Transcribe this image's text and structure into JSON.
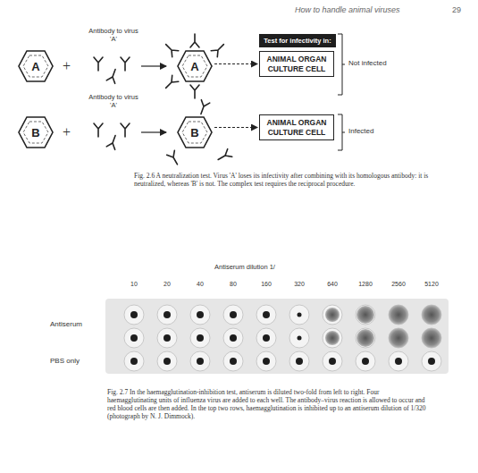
{
  "diagram": {
    "nodes": [
      {
        "text": [
          "A"
        ]
      },
      {
        "text": [
          "A"
        ]
      },
      {
        "text": [
          "Test for infectivity in:"
        ]
      },
      {
        "text": [
          "ANIMAL ORGAN CULTURE CELL"
        ]
      },
      {
        "text": [
          "B"
        ]
      },
      {
        "text": [
          "B"
        ]
      },
      {
        "text": [
          "ANIMAL ORGAN CULTURE CELL"
        ]
      }
    ],
    "edges": [
      {
        "from": 1,
        "to": 3,
        "arrow": "to"
      },
      {
        "from": 5,
        "to": 6,
        "arrow": "to"
      }
    ],
    "labels": [
      "How to handle animal viruses",
      "29",
      "+",
      "Antibody to virus 'A'",
      "Not infected",
      "+",
      "Antibody to virus 'A'",
      "Infected",
      "Fig. 2.6 A neutralization test. Virus 'A' loses its infectivity after combining with its homologous antibody: it is neutralized, whereas 'B' is not. The complex test requires the reciprocal procedure.",
      "Antiserum dilution 1/",
      "10",
      "20",
      "40",
      "80",
      "160",
      "320",
      "640",
      "1280",
      "2560",
      "5120",
      "Antiserum",
      "PBS only",
      "Fig. 2.7 In the haemagglutination-inhibition test, antiserum is diluted two-fold from left to right. Four haemagglutinating units of influenza virus are added to each well. The antibody–virus reaction is allowed to occur and red blood cells are then added. In the top two rows, haemagglutination is inhibited up to an antiserum dilution of 1/320 (photograph by N. J. Dimmock)."
    ]
  }
}
